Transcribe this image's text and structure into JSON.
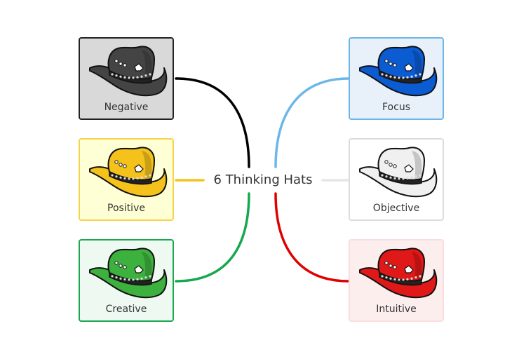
{
  "center": {
    "title": "6 Thinking Hats"
  },
  "hats": [
    {
      "label": "Negative",
      "hat_color": "#444444",
      "card_bg": "#d9d9d9",
      "card_border": "#222222",
      "line_color": "#000000"
    },
    {
      "label": "Positive",
      "hat_color": "#f5c21b",
      "card_bg": "#ffffd6",
      "card_border": "#f5d44a",
      "line_color": "#f5c21b"
    },
    {
      "label": "Creative",
      "hat_color": "#3db13d",
      "card_bg": "#eef9f1",
      "card_border": "#1aa84f",
      "line_color": "#15a84f"
    },
    {
      "label": "Focus",
      "hat_color": "#0b5bd3",
      "card_bg": "#e8f1fa",
      "card_border": "#6cb7e8",
      "line_color": "#6cb7e8"
    },
    {
      "label": "Objective",
      "hat_color": "#f0f0f0",
      "card_bg": "#ffffff",
      "card_border": "#dcdcdc",
      "line_color": "#e6e6e6"
    },
    {
      "label": "Intuitive",
      "hat_color": "#e01818",
      "card_bg": "#fdeeee",
      "card_border": "#f8dede",
      "line_color": "#e00000"
    }
  ]
}
